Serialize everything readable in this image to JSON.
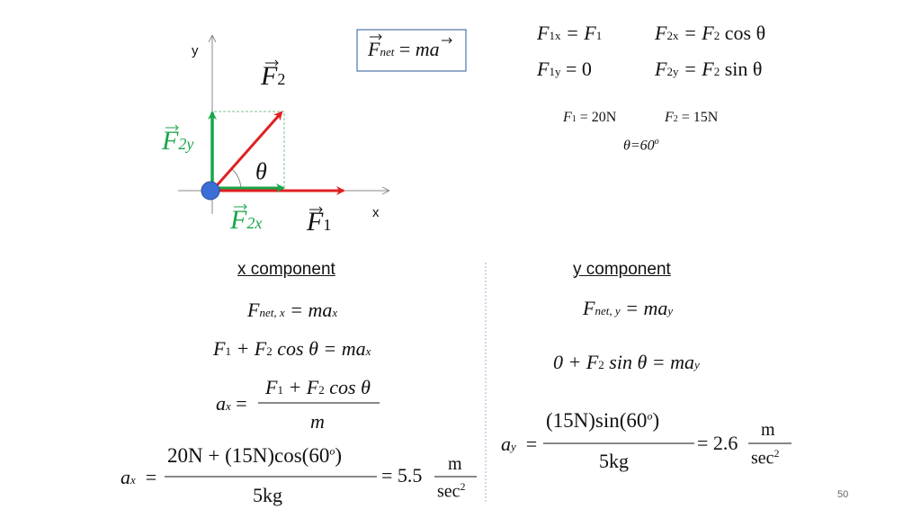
{
  "diagram": {
    "x_axis_label": "x",
    "y_axis_label": "y",
    "theta_symbol": "θ",
    "force_letter": "F",
    "f2_sub": "2",
    "f2y_sub": "2y",
    "f2x_sub": "2x",
    "f1_sub": "1",
    "colors": {
      "red": "#e02020",
      "green": "#1aa64a",
      "blue": "#3b6fd6",
      "axis": "#888888"
    }
  },
  "net_box": {
    "lhs": "F",
    "lhs_sub": "net",
    "eq": "=",
    "rhs": "ma"
  },
  "top_equations": {
    "f1x_lhs": "F",
    "f1x_sub": "1x",
    "f1x_rhs": "= F",
    "f1x_rhs_sub": "1",
    "f1y_lhs": "F",
    "f1y_sub": "1y",
    "f1y_rhs": "= 0",
    "f2x_lhs": "F",
    "f2x_sub": "2x",
    "f2x_rhs": "= F",
    "f2x_rhs_sub": "2",
    "f2x_rhs_tail": " cos θ",
    "f2y_lhs": "F",
    "f2y_sub": "2y",
    "f2y_rhs": "= F",
    "f2y_rhs_sub": "2",
    "f2y_rhs_tail": " sin θ",
    "f1_val_lhs": "F",
    "f1_val_sub": "1",
    "f1_val_rhs": "= 20N",
    "f2_val_lhs": "F",
    "f2_val_sub": "2",
    "f2_val_rhs": "= 15N",
    "theta_val": "θ=60",
    "theta_sup": "o"
  },
  "x_component": {
    "heading": "x component",
    "eq1_lhs": "F",
    "eq1_lhs_sub": "net, x",
    "eq1_rhs": "= ma",
    "eq1_rhs_sub": "x",
    "eq2_a": "F",
    "eq2_a_sub": "1",
    "eq2_b": " + F",
    "eq2_b_sub": "2",
    "eq2_c": " cos θ = ma",
    "eq2_c_sub": "x",
    "eq3_lhs": "a",
    "eq3_lhs_sub": "x",
    "eq3_eq": "=",
    "eq3_num_a": "F",
    "eq3_num_a_sub": "1",
    "eq3_num_b": " + F",
    "eq3_num_b_sub": "2",
    "eq3_num_c": " cos θ",
    "eq3_den": "m",
    "eq4_lhs": "a",
    "eq4_lhs_sub": "x",
    "eq4_eq": "=",
    "eq4_num": "20N + (15N)cos(60",
    "eq4_num_sup": "o",
    "eq4_num_close": ")",
    "eq4_den": "5kg",
    "eq4_result": "= 5.5",
    "eq4_unit_num": "m",
    "eq4_unit_den": "sec",
    "eq4_unit_sup": "2"
  },
  "y_component": {
    "heading": "y component",
    "eq1_lhs": "F",
    "eq1_lhs_sub": "net, y",
    "eq1_rhs": "= ma",
    "eq1_rhs_sub": "y",
    "eq2_a": "0 + F",
    "eq2_a_sub": "2",
    "eq2_b": " sin θ = ma",
    "eq2_b_sub": "y",
    "eq3_lhs": "a",
    "eq3_lhs_sub": "y",
    "eq3_eq": "=",
    "eq3_num": "(15N)sin(60",
    "eq3_num_sup": "o",
    "eq3_num_close": ")",
    "eq3_den": "5kg",
    "eq3_result": "= 2.6",
    "eq3_unit_num": "m",
    "eq3_unit_den": "sec",
    "eq3_unit_sup": "2"
  },
  "page_number": "50"
}
